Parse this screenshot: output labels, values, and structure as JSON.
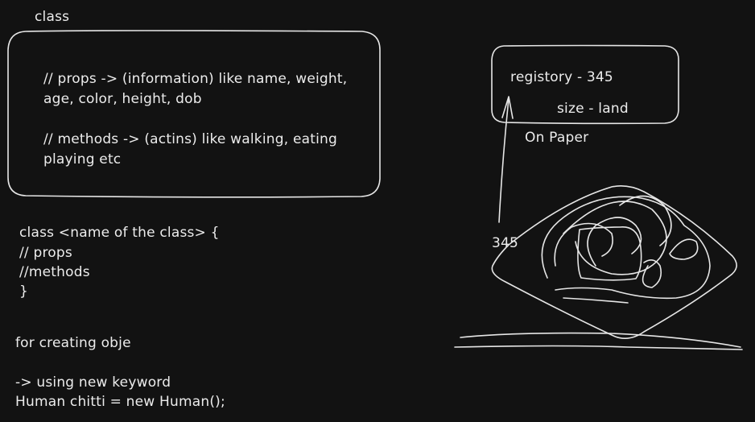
{
  "canvas": {
    "background": "#121212",
    "stroke_color": "#e6e6e6",
    "text_color": "#ececec"
  },
  "heading": "class",
  "info_box": {
    "lines": [
      "// props -> (information) like name, weight,",
      "age, color, height, dob",
      "",
      "// methods -> (actins) like walking, eating",
      "playing etc"
    ]
  },
  "syntax": {
    "lines": [
      "class <name of the class> {",
      "// props",
      "//methods",
      "}"
    ]
  },
  "object_section": {
    "title": "for creating obje",
    "lines": [
      "-> using new keyword",
      "Human chitti = new Human();"
    ]
  },
  "registry_box": {
    "registry": "registory - 345",
    "size": "size - land",
    "caption": "On Paper"
  },
  "land": {
    "label": "345"
  }
}
